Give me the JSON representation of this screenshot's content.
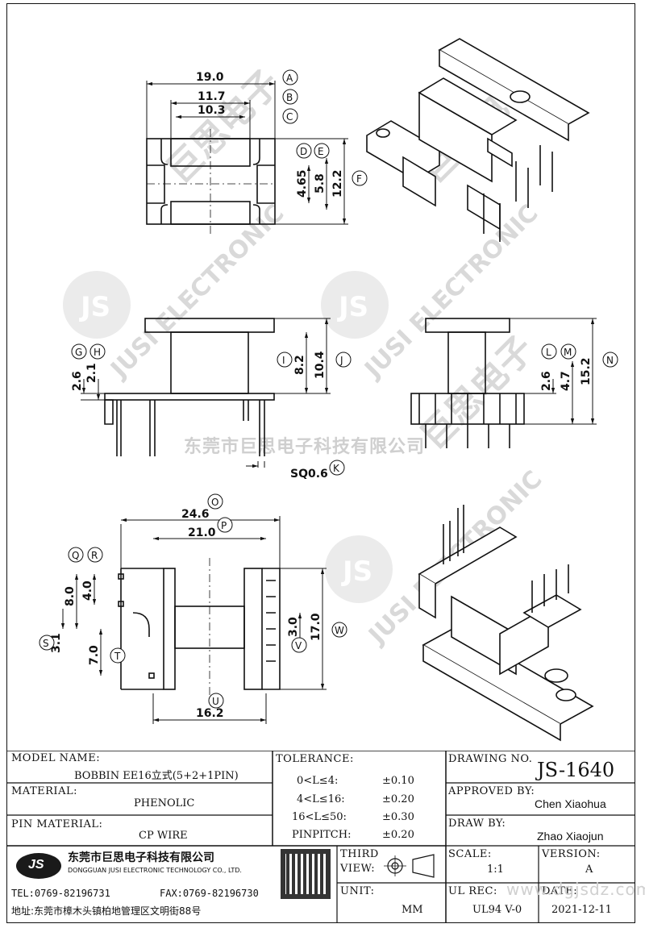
{
  "dimensions": {
    "A": "19.0",
    "B": "11.7",
    "C": "10.3",
    "DE": "4.65",
    "E": "5.8",
    "F": "12.2",
    "G": "2.6",
    "H": "2.1",
    "I": "8.2",
    "J": "10.4",
    "K": "SQ0.6",
    "L": "2.6",
    "M": "4.7",
    "N": "15.2",
    "O": "24.6",
    "P": "21.0",
    "Q": "8.0",
    "R": "4.0",
    "S": "3.1",
    "T": "7.0",
    "U": "16.2",
    "V": "3.0",
    "W": "17.0"
  },
  "callouts": [
    "A",
    "B",
    "C",
    "D",
    "E",
    "F",
    "G",
    "H",
    "I",
    "J",
    "K",
    "L",
    "M",
    "N",
    "O",
    "P",
    "Q",
    "R",
    "S",
    "T",
    "U",
    "V",
    "W"
  ],
  "watermark": {
    "brand": "JUSI ELECTRONIC",
    "cn": "巨思电子",
    "company_line": "东莞市巨思电子科技有限公司",
    "site": "www.dgjsdz.com"
  },
  "title_block": {
    "model_label": "MODEL NAME:",
    "model_value": "BOBBIN EE16立式(5+2+1PIN)",
    "material_label": "MATERIAL:",
    "material_value": "PHENOLIC",
    "pin_material_label": "PIN MATERIAL:",
    "pin_material_value": "CP WIRE",
    "tolerance_label": "TOLERANCE:",
    "tolerances": [
      {
        "range": "0<L≤4:",
        "value": "±0.10"
      },
      {
        "range": "4<L≤16:",
        "value": "±0.20"
      },
      {
        "range": "16<L≤50:",
        "value": "±0.30"
      },
      {
        "range": "PINPITCH:",
        "value": "±0.20"
      }
    ],
    "drawing_no_label": "DRAWING NO.",
    "drawing_no": "JS-1640",
    "approved_label": "APPROVED BY:",
    "approved_value": "Chen Xiaohua",
    "draw_label": "DRAW BY:",
    "draw_value": "Zhao Xiaojun",
    "logo_text": "JS",
    "company_cn": "东莞市巨思电子科技有限公司",
    "company_en": "DONGGUAN JUSI ELECTRONIC TECHNOLOGY CO., LTD.",
    "tel": "TEL:0769-82196731",
    "fax": "FAX:0769-82196730",
    "address": "地址:东莞市樟木头镇柏地管理区文明街88号",
    "third_view_label_1": "THIRD",
    "third_view_label_2": "VIEW:",
    "unit_label": "UNIT:",
    "unit_value": "MM",
    "scale_label": "SCALE:",
    "scale_value": "1:1",
    "version_label": "VERSION:",
    "version_value": "A",
    "ul_label": "UL REC:",
    "ul_value": "UL94 V-0",
    "date_label": "DATE:",
    "date_value": "2021-12-11"
  }
}
